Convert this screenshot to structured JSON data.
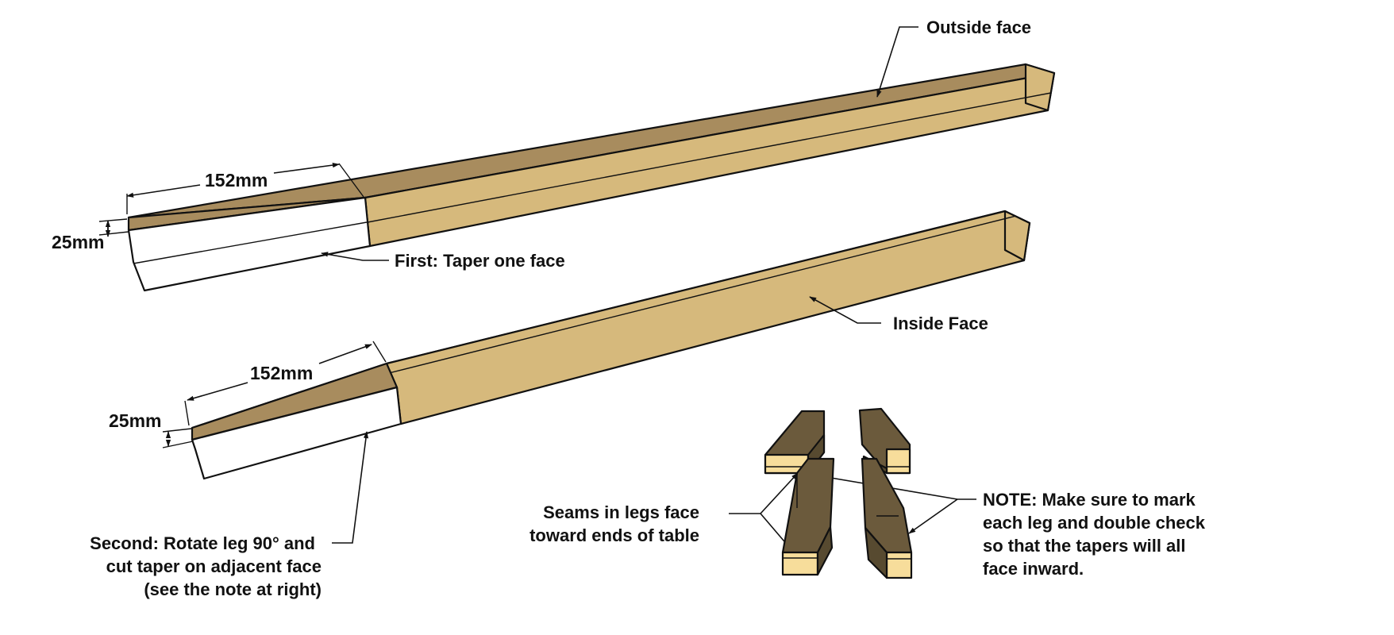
{
  "colors": {
    "wood_top": "#a88c5e",
    "wood_side": "#d6b97c",
    "wood_end": "#f7dd9b",
    "dark_top": "#6b5a3c",
    "dark_side": "#574a30",
    "cut_face": "#ffffff",
    "cut_shadow": "#cfcfcf",
    "line": "#111111"
  },
  "icons": {
    "arrowhead": "arrowhead-icon",
    "dimension_tick": "dimension-tick-icon"
  },
  "labels": {
    "outside_face": "Outside face",
    "first_step": "First: Taper one face",
    "inside_face": "Inside Face",
    "seams": [
      "Seams in legs face",
      "toward ends of table"
    ],
    "second_step": [
      "Second: Rotate leg 90° and",
      "cut taper on adjacent face",
      "(see the note at right)"
    ],
    "note": [
      "NOTE: Make sure to mark",
      "each leg and double check",
      "so that the tapers will all",
      "face inward."
    ]
  },
  "dimensions": {
    "leg1_length": "152mm",
    "leg1_depth": "25mm",
    "leg2_length": "152mm",
    "leg2_depth": "25mm"
  }
}
